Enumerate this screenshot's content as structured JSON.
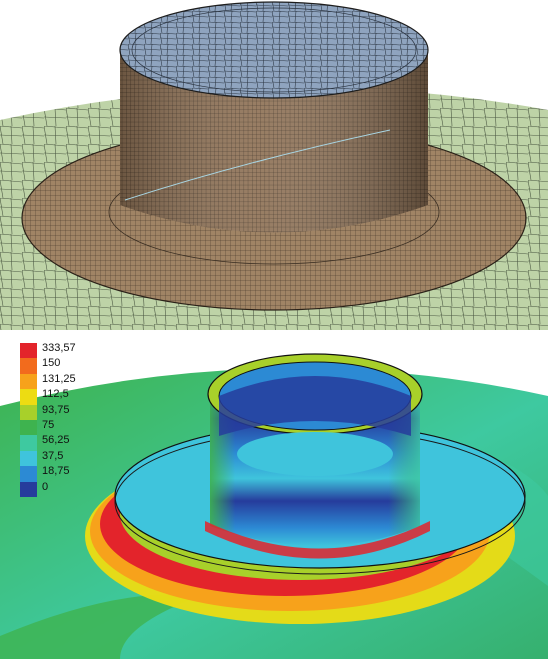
{
  "legend": {
    "items": [
      {
        "label": "333,57",
        "color": "#e3242b"
      },
      {
        "label": "150",
        "color": "#f26b1d"
      },
      {
        "label": "131,25",
        "color": "#f7a21b"
      },
      {
        "label": "112,5",
        "color": "#eddc12"
      },
      {
        "label": "93,75",
        "color": "#a8d02a"
      },
      {
        "label": "75",
        "color": "#3eb34f"
      },
      {
        "label": "56,25",
        "color": "#3ec9a0"
      },
      {
        "label": "37,5",
        "color": "#3fc4dc"
      },
      {
        "label": "18,75",
        "color": "#2c8ad4"
      },
      {
        "label": "0",
        "color": "#263c9c"
      }
    ]
  },
  "colors": {
    "mesh_background": "#bed3a7",
    "mesh_flange": "#a08465",
    "mesh_cylinder": "#8f7256",
    "mesh_top": "#8fa4bf",
    "mesh_lines": "#2b2b2b"
  }
}
